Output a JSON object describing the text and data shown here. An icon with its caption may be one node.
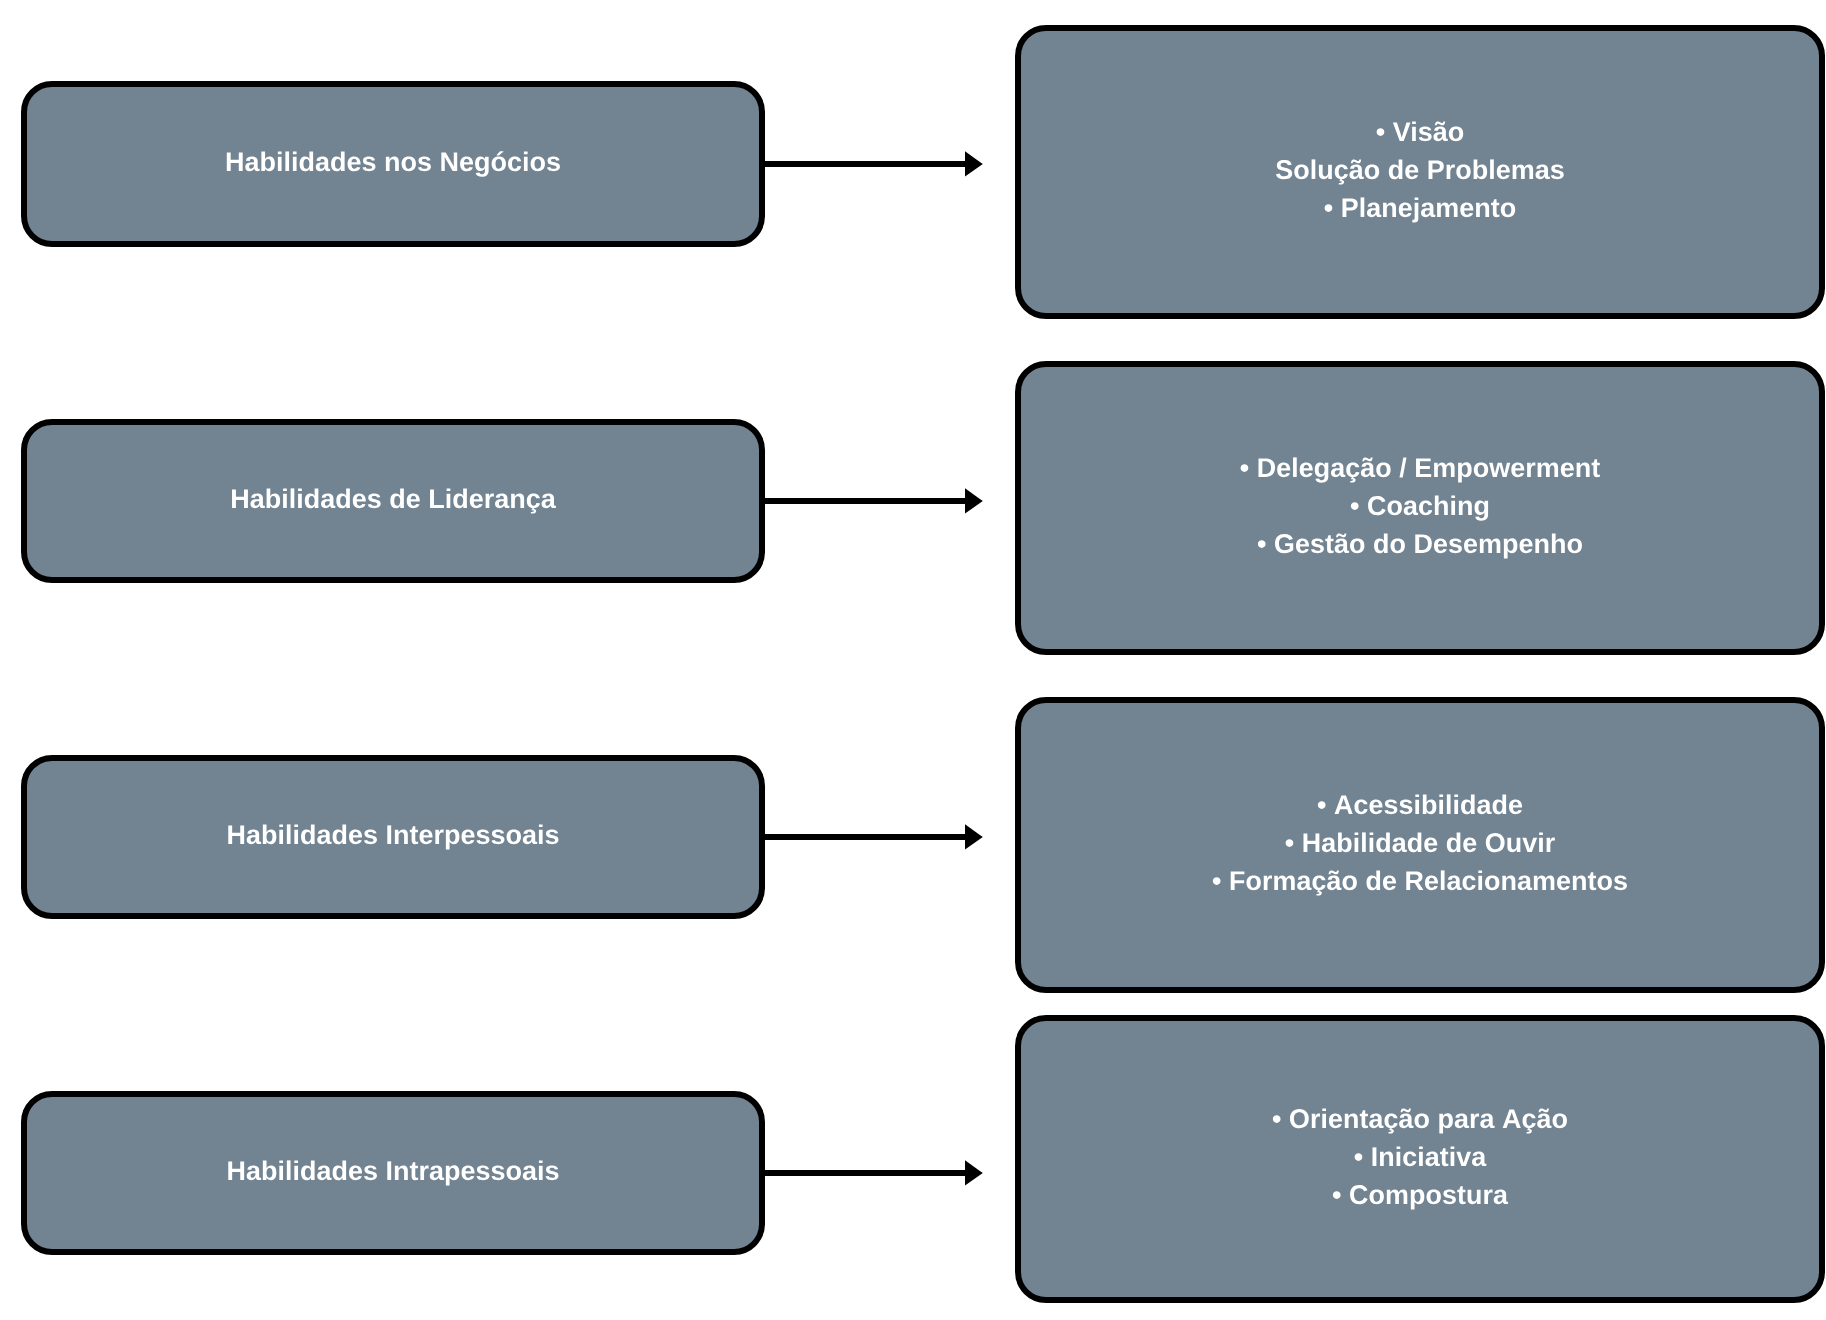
{
  "diagram": {
    "nodes": [
      {
        "text": [
          "Habilidades nos Negócios"
        ]
      },
      {
        "text": [
          "• Visão",
          "Solução de Problemas",
          "• Planejamento"
        ]
      },
      {
        "text": [
          "Habilidades de Liderança"
        ]
      },
      {
        "text": [
          "• Delegação / Empowerment",
          "• Coaching",
          "• Gestão do Desempenho"
        ]
      },
      {
        "text": [
          "Habilidades Interpessoais"
        ]
      },
      {
        "text": [
          "• Acessibilidade",
          "• Habilidade de Ouvir",
          "• Formação de Relacionamentos"
        ]
      },
      {
        "text": [
          "Habilidades Intrapessoais"
        ]
      },
      {
        "text": [
          "• Orientação para Ação",
          "• Iniciativa",
          "• Compostura"
        ]
      }
    ],
    "edges": [
      {
        "from": 0,
        "to": 1,
        "arrow": "to"
      },
      {
        "from": 2,
        "to": 3,
        "arrow": "to"
      },
      {
        "from": 4,
        "to": 5,
        "arrow": "to"
      },
      {
        "from": 6,
        "to": 7,
        "arrow": "to"
      }
    ]
  }
}
